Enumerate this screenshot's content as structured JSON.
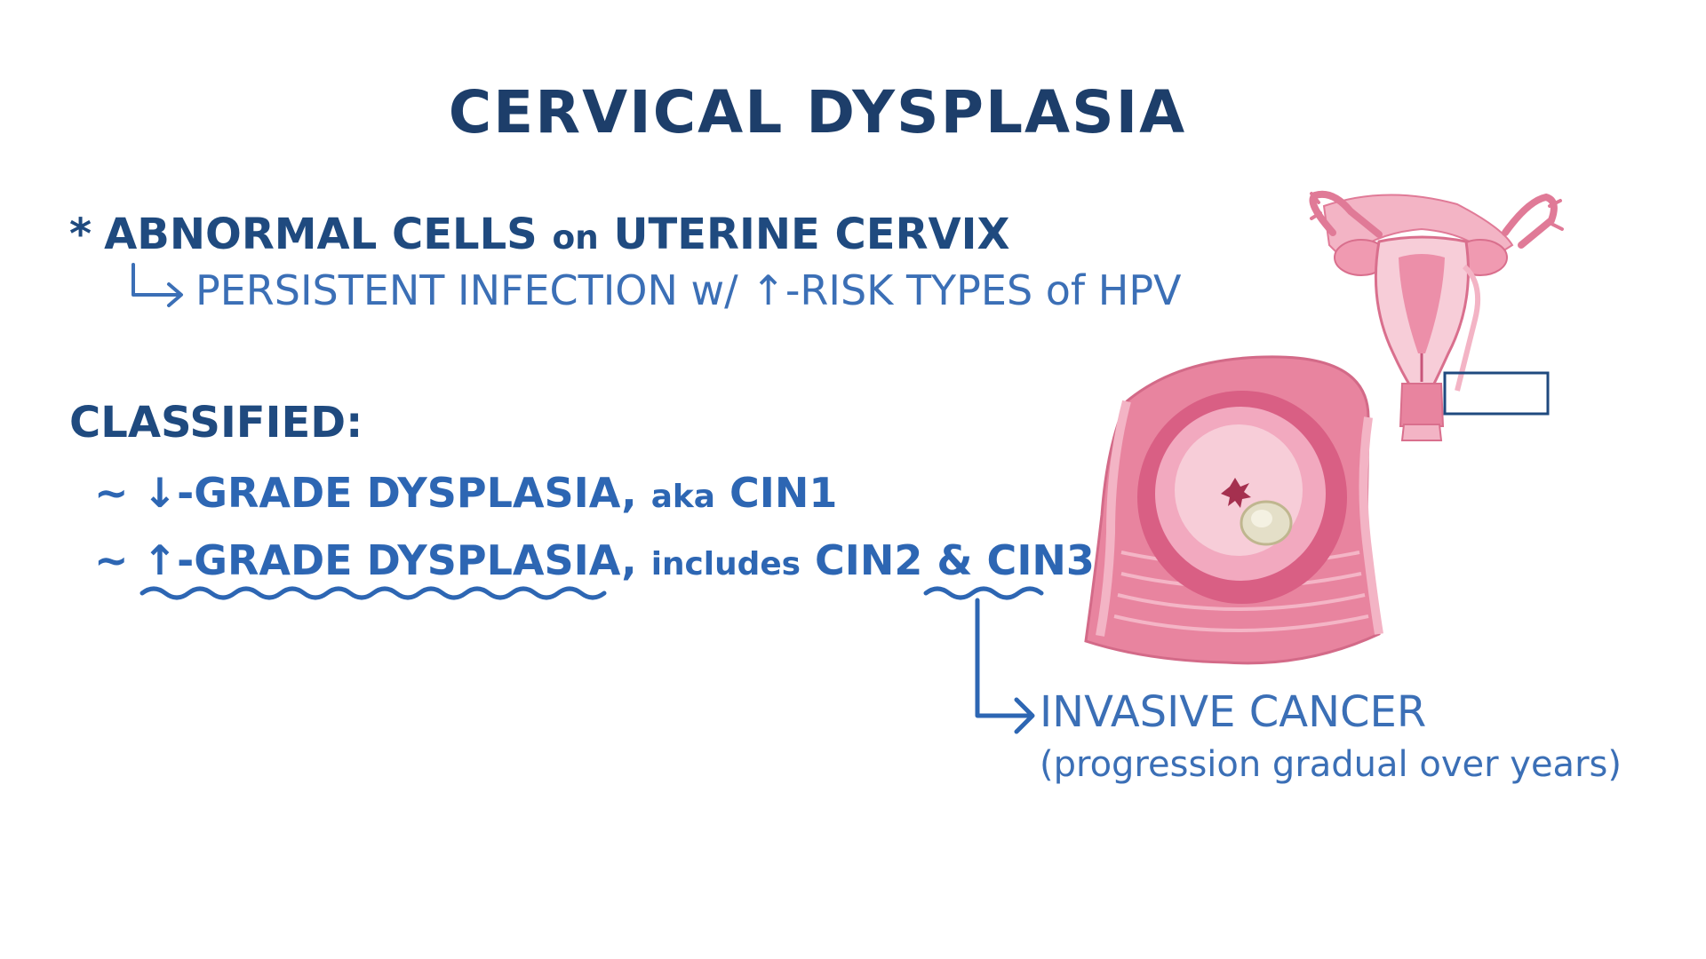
{
  "title": "CERVICAL DYSPLASIA",
  "definition": {
    "bullet": "*",
    "main_part1": "ABNORMAL CELLS",
    "connector": "on",
    "main_part2": "UTERINE CERVIX",
    "cause_text": "PERSISTENT INFECTION w/ ↑-RISK TYPES of HPV"
  },
  "classification": {
    "heading": "CLASSIFIED:",
    "items": [
      {
        "prefix": "~",
        "grade": "↓-GRADE DYSPLASIA,",
        "connector": "aka",
        "codes": "CIN1"
      },
      {
        "prefix": "~",
        "grade": "↑-GRADE DYSPLASIA,",
        "connector": "includes",
        "codes": "CIN2 & CIN3"
      }
    ]
  },
  "outcome": {
    "label": "INVASIVE CANCER",
    "note": "(progression gradual over years)"
  },
  "colors": {
    "title": "#1d3e6a",
    "text_dark_blue": "#1f4a7f",
    "text_blue": "#3b6fb6",
    "anatomy_pink": "#e8849f",
    "anatomy_light": "#f7cdd8"
  },
  "icons": [
    "uterus-illustration",
    "cervix-closeup-illustration",
    "arrow-icon"
  ]
}
